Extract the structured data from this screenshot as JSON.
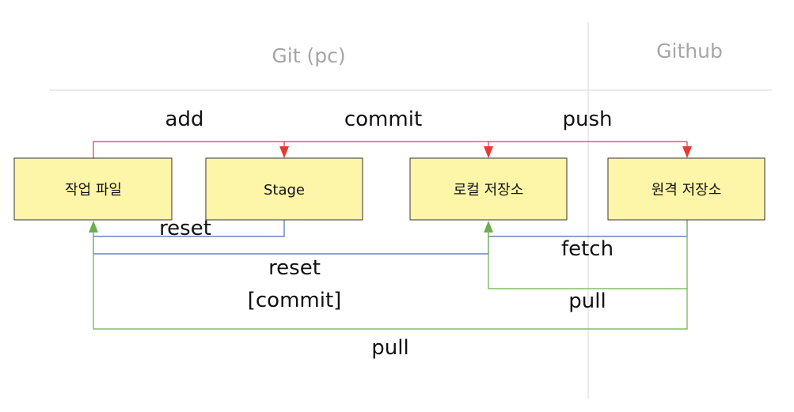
{
  "sections": {
    "pc": "Git (pc)",
    "remote": "Github"
  },
  "nodes": {
    "working": "작업 파일",
    "stage": "Stage",
    "local": "로컬 저장소",
    "remote": "원격 저장소"
  },
  "edges": {
    "add": "add",
    "commit": "commit",
    "push": "push",
    "reset_stage": "reset",
    "reset_commit_1": "reset",
    "reset_commit_2": "[commit]",
    "fetch": "fetch",
    "pull_local": "pull",
    "pull_working": "pull"
  },
  "colors": {
    "node_fill": "#fdf5a8",
    "node_border": "#333333",
    "forward_line": "#e53935",
    "reset_fetch_line": "#4a6fa5",
    "pull_line": "#6ab04c",
    "divider": "#d9d9d9",
    "section_title": "#a6a6a6"
  }
}
